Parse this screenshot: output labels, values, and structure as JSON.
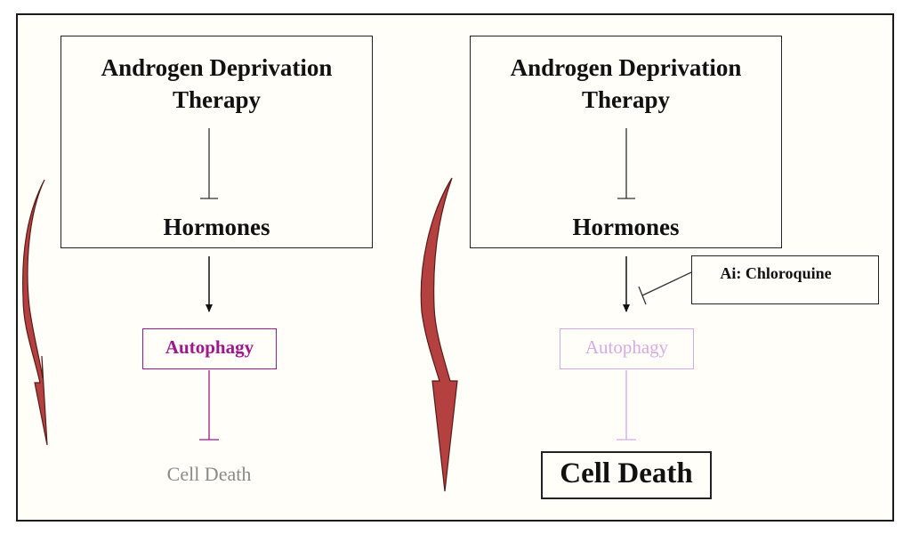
{
  "left_panel": {
    "therapy_title": "Androgen Deprivation\nTherapy",
    "hormones": "Hormones",
    "autophagy": "Autophagy",
    "cell_death": "Cell Death"
  },
  "right_panel": {
    "therapy_title": "Androgen Deprivation\nTherapy",
    "hormones": "Hormones",
    "inhibitor": "Ai: Chloroquine",
    "autophagy": "Autophagy",
    "cell_death": "Cell Death"
  },
  "colors": {
    "autophagy_active": "#a0168c",
    "autophagy_faded": "#d9a9e6",
    "cell_death_faded": "#8a8a8a",
    "arrow_fill": "#b4403f",
    "arrow_edge": "#5a1a18"
  }
}
